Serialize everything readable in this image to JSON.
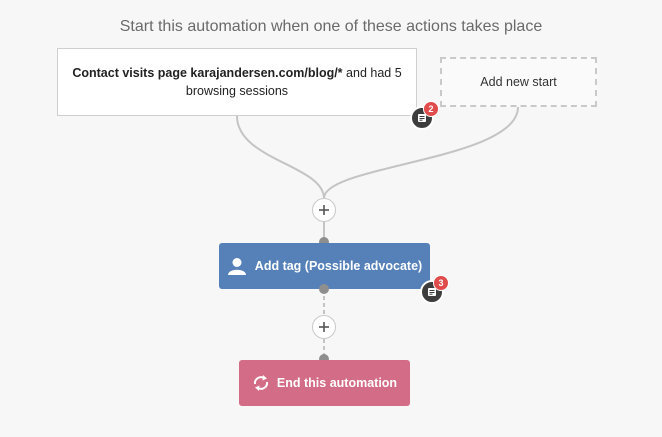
{
  "header": {
    "title": "Start this automation when one of these actions takes place"
  },
  "start_trigger": {
    "text_bold": "Contact visits page karajandersen.com/blog/*",
    "text_rest": " and had 5 browsing sessions",
    "note_count": "2"
  },
  "add_start": {
    "label": "Add new start"
  },
  "action": {
    "label": "Add tag (Possible advocate)",
    "note_count": "3"
  },
  "end": {
    "label": "End this automation"
  },
  "colors": {
    "action": "#5580b8",
    "end": "#d36c86",
    "badge": "#e04b4b"
  },
  "icons": [
    "note-icon",
    "plus-icon",
    "user-icon",
    "cycle-icon"
  ]
}
